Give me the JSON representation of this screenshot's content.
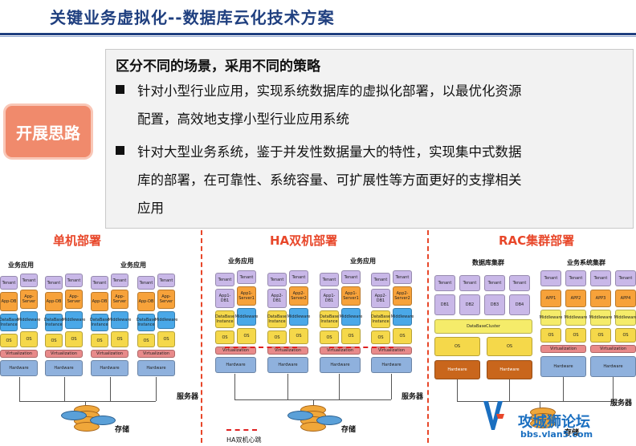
{
  "title": "关键业务虚拟化--数据库云化技术方案",
  "badge": "开展思路",
  "box": {
    "heading": "区分不同的场景，采用不同的策略",
    "bullets": [
      {
        "line1": "针对小型行业应用，实现系统数据库的虚拟化部署，以最优化资源",
        "line2": "配置，高效地支撑小型行业应用系统"
      },
      {
        "line1": "针对大型业务系统，鉴于并发性数据量大的特性，实现集中式数据",
        "line2": "库的部署，在可靠性、系统容量、可扩展性等方面更好的支撑相关",
        "line3": "应用"
      }
    ]
  },
  "sections": {
    "single": {
      "title": "单机部署",
      "app_label_1": "业务应用",
      "app_label_2": "业务应用",
      "server": "服务器",
      "storage": "存储"
    },
    "ha": {
      "title": "HA双机部署",
      "app_label_1": "业务应用",
      "app_label_2": "业务应用",
      "server": "服务器",
      "storage": "存储",
      "heartbeat": "HA双机心跳"
    },
    "rac": {
      "title": "RAC集群部署",
      "db_cluster": "数据库集群",
      "biz_cluster": "业务系统集群",
      "server": "服务器",
      "storage": "存储"
    }
  },
  "blocks": {
    "tenant": "Tenant",
    "app_db": "App-DB",
    "app_server": "App-Server",
    "db_instance": "DataBase Instance",
    "middleware": "Middleware",
    "os": "OS",
    "virtualization": "Virtualization",
    "hardware": "Hardware",
    "app1_db1": "App1-DB1",
    "app1_server1": "App1-Server1",
    "app2_db1": "App2-DB1",
    "app2_server2": "App2-Server2",
    "db1": "DB1",
    "db2": "DB2",
    "db3": "DB3",
    "db4": "DB4",
    "db_cluster_bar": "DataBaseCluster",
    "app1": "APP1",
    "app2": "APP2",
    "app3": "APP3",
    "app4": "APP4"
  },
  "logo": {
    "text": "攻城狮论坛",
    "url": "bbs.vlan5.com"
  }
}
